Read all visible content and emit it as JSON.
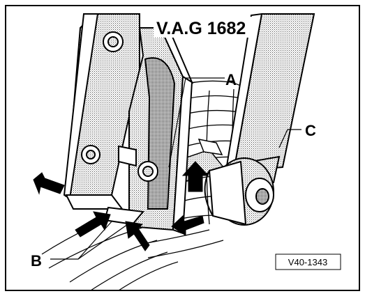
{
  "figure": {
    "tool_label": "V.A.G 1682",
    "callouts": {
      "a": "A",
      "b": "B",
      "c": "C"
    },
    "figure_code": "V40-1343"
  }
}
